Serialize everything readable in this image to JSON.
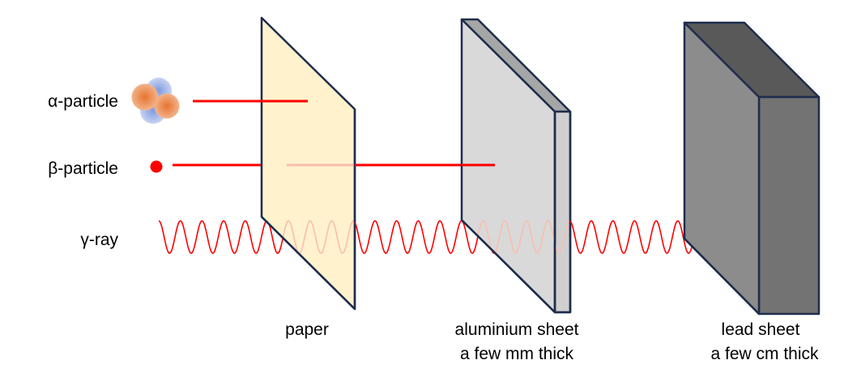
{
  "title": "Penetrating power of radiation",
  "radiation": {
    "alpha": {
      "label": "α-particle",
      "stopped_by": "paper"
    },
    "beta": {
      "label": "β-particle",
      "stopped_by": "aluminium sheet"
    },
    "gamma": {
      "label": "γ-ray",
      "stopped_by": "lead sheet"
    }
  },
  "barriers": [
    {
      "id": "paper",
      "label_lines": [
        "paper"
      ],
      "fill": "#fff2cc"
    },
    {
      "id": "aluminium",
      "label_lines": [
        "aluminium sheet",
        "a few mm thick"
      ],
      "fill": "#d9d9d9"
    },
    {
      "id": "lead",
      "label_lines": [
        "lead sheet",
        "a few cm thick"
      ],
      "fill": "#8c8c8c"
    }
  ],
  "colors": {
    "ray": "#ff0000",
    "ray_faded": "#f8bfae",
    "outline": "#1f2d4d",
    "alpha_proton": "#ed8a52",
    "alpha_neutron": "#9fb3e8"
  }
}
